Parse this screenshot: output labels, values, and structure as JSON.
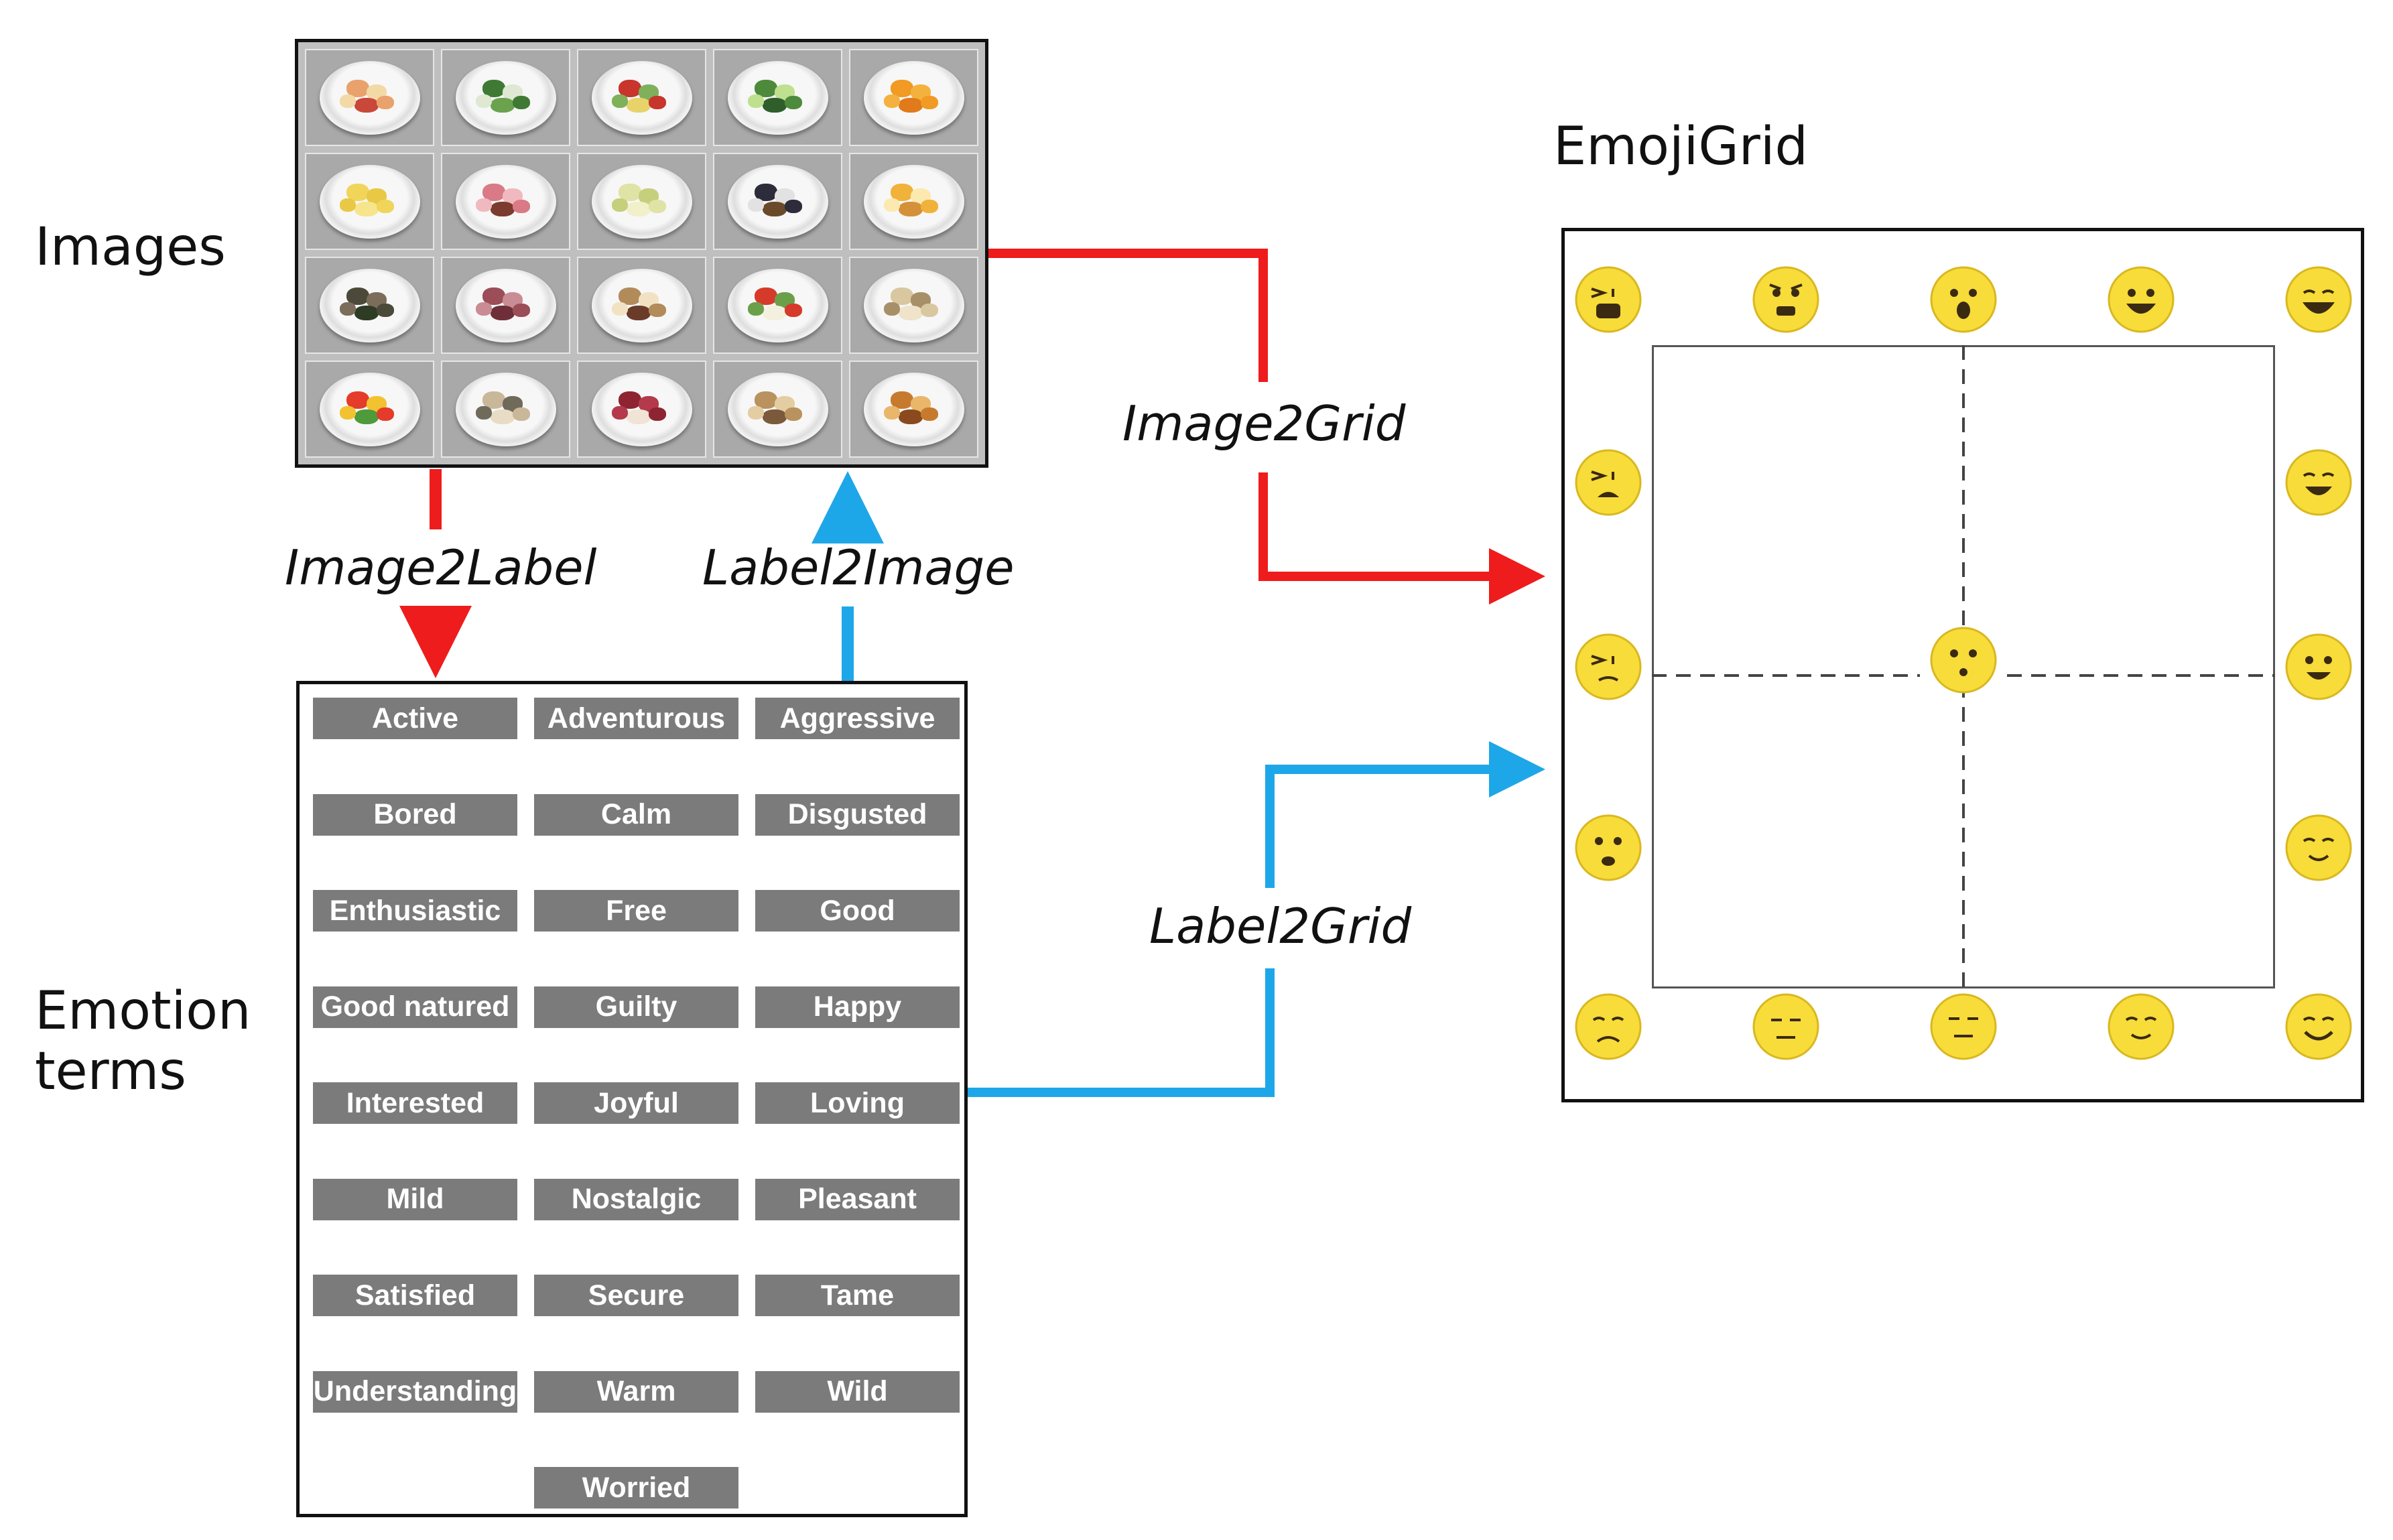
{
  "labels": {
    "images": "Images",
    "emotion_terms": "Emotion\nterms",
    "emojigrid": "EmojiGrid"
  },
  "flows": {
    "image2label": "Image2Label",
    "label2image": "Label2Image",
    "image2grid": "Image2Grid",
    "label2grid": "Label2Grid"
  },
  "colors": {
    "red_arrow": "#ee1c1c",
    "blue_arrow": "#1ea7e8",
    "emoji_yellow": "#f7dc3a",
    "term_gray": "#7b7b7b"
  },
  "food_images": [
    "apple-slices",
    "green-salad",
    "tomato-salad",
    "cucumber-slices",
    "orange-pieces",
    "pineapple-rings",
    "meat-slices",
    "melon-cubes",
    "mixed-olives",
    "eggs",
    "dark-greens",
    "salami",
    "mushrooms",
    "strawberry-salad",
    "fish-pieces",
    "peppers",
    "seafood-mix",
    "red-meat",
    "nuts-mix",
    "burger"
  ],
  "emotion_terms": [
    "Active",
    "Adventurous",
    "Aggressive",
    "Bored",
    "Calm",
    "Disgusted",
    "Enthusiastic",
    "Free",
    "Good",
    "Good natured",
    "Guilty",
    "Happy",
    "Interested",
    "Joyful",
    "Loving",
    "Mild",
    "Nostalgic",
    "Pleasant",
    "Satisfied",
    "Secure",
    "Tame",
    "Understanding",
    "Warm",
    "Wild",
    "Worried"
  ],
  "emojis": [
    "screaming-face",
    "angry-face",
    "astonished-face",
    "grinning-face",
    "beaming-face",
    "tired-face",
    "grinning-squint-face",
    "persevering-face",
    "hushed-face",
    "smiling-face",
    "frowning-face",
    "relieved-face",
    "sad-face",
    "neutral-face",
    "expressionless-face",
    "content-face",
    "happy-face"
  ]
}
